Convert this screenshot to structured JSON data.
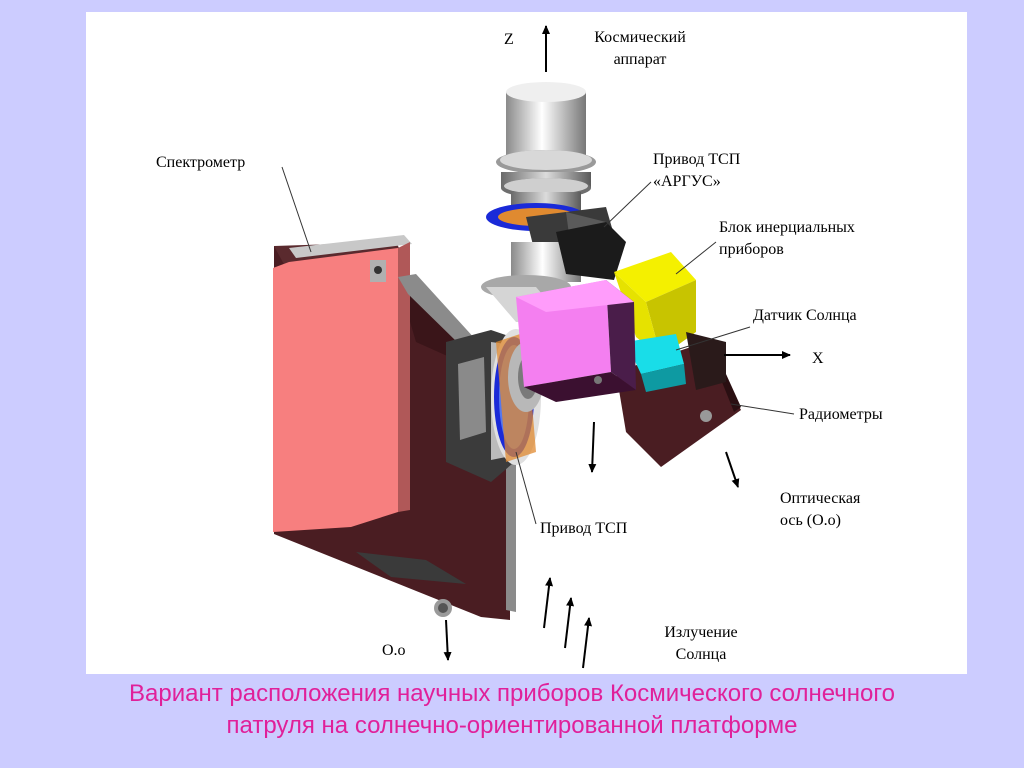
{
  "labels": {
    "z_axis": "Z",
    "spacecraft": "Космический\nаппарат",
    "spectrometer": "Спектрометр",
    "drive_argus": "Привод ТСП\n«АРГУС»",
    "inertial_unit": "Блок инерциальных\nприборов",
    "sun_sensor": "Датчик Солнца",
    "x_axis": "X",
    "radiometers": "Радиометры",
    "optical_axis": "Оптическая\nось (О.о)",
    "drive": "Привод ТСП",
    "oo": "О.о",
    "sun_radiation": "Излучение\nСолнца"
  },
  "caption": {
    "line1": "Вариант расположения научных приборов Космического солнечного",
    "line2": "патруля на солнечно-ориентированной платформе"
  },
  "colors": {
    "background": "#ccccff",
    "caption": "#e0209a",
    "spectrometer_face": "#f77f7f",
    "instrument_pink": "#f47ff0",
    "inertial_yellow": "#f4f000",
    "sun_sensor_cyan": "#19dde8",
    "housing_dark": "#4a1d22",
    "drive_ring_blue": "#1a2ad8"
  }
}
